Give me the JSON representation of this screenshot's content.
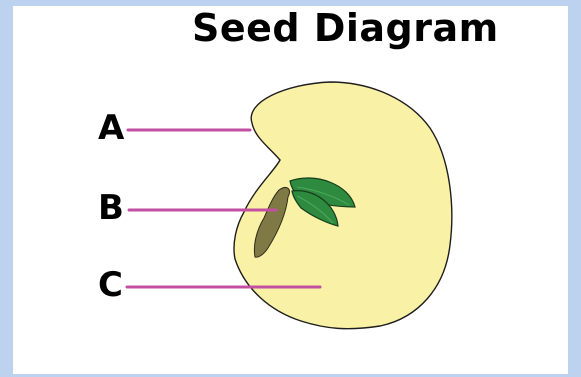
{
  "title": "Seed Diagram",
  "labels": [
    {
      "letter": "A"
    },
    {
      "letter": "B"
    },
    {
      "letter": "C"
    }
  ],
  "colors": {
    "background_frame": "#bcd2ef",
    "panel": "#ffffff",
    "seed_fill": "#f9f1a5",
    "seed_outline": "#1e1e1e",
    "leader_line": "#c34fa0",
    "leaf_fill": "#2e8a3e",
    "leaf_outline": "#153d1c",
    "stem_fill": "#7f7a45"
  },
  "icons": {
    "seed": "seed-coat-shape",
    "embryo": "sprout-leaves"
  }
}
